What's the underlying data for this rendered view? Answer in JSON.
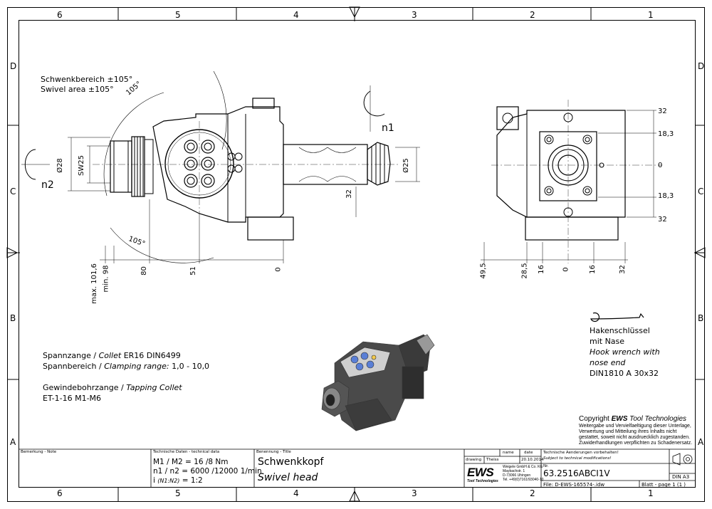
{
  "zones": {
    "cols": [
      "6",
      "5",
      "4",
      "3",
      "2",
      "1"
    ],
    "rows": [
      "D",
      "C",
      "B",
      "A"
    ]
  },
  "notes": {
    "swivel_de": "Schwenkbereich ±105°",
    "swivel_en": "Swivel area ±105°",
    "angle_top": "105°",
    "angle_bottom": "105°",
    "n1": "n1",
    "n2": "n2"
  },
  "dims": {
    "d28": "Ø28",
    "sw25": "SW25",
    "d25": "Ø25",
    "v32_left": "32",
    "max": "max. 101,6",
    "min": "min. 98",
    "h80": "80",
    "h51": "51",
    "h0_left": "0",
    "right_32_top": "32",
    "right_18_top": "18,3",
    "right_0": "0",
    "right_18_bot": "18,3",
    "right_32_bot": "32",
    "b49": "49,5",
    "b28": "28,5",
    "b16a": "16",
    "b0": "0",
    "b16b": "16",
    "b32": "32"
  },
  "wrench": {
    "de1": "Hakenschlüssel",
    "de2": "mit Nase",
    "en1": "Hook wrench with",
    "en2": "nose end",
    "din": "DIN1810 A 30x32"
  },
  "collet": {
    "line1_de": "Spannzange /",
    "line1_en": "Collet",
    "line1_val": "ER16   DIN6499",
    "line2_de": "Spannbereich /",
    "line2_en": "Clamping range:",
    "line2_val": "1,0 - 10,0",
    "line3_de": "Gewindebohrzange /",
    "line3_en": "Tapping Collet",
    "line4": "ET-1-16   M1-M6"
  },
  "copyright": {
    "title_prefix": "Copyright",
    "title_brand": "EWS",
    "title_suffix": "Tool Technologies",
    "l1": "Weitergabe und Vervielfaeltigung dieser Unterlage,",
    "l2": "Verwertung und Mitteilung ihres Inhalts nicht",
    "l3": "gestattet, soweit nicht ausdruecklich zugestanden.",
    "l4": "Zuwiderhandlungen verpflichten zu Schadenersatz."
  },
  "titleblock": {
    "note_label": "Bemerkung - Note",
    "tech_label": "Technische Daten - technical data",
    "m_line": "M1 / M2 = 16  /8    Nm",
    "n_line": "n1 / n2 = 6000 /12000 1/min",
    "i_label": "i",
    "i_sub": "(N1:N2)",
    "i_val": "= 1:2",
    "title_label": "Benennung - Title",
    "title_de": "Schwenkkopf",
    "title_en": "Swivel head",
    "col_name": "name",
    "col_date": "date",
    "row_drawing": "drawing",
    "drawer": "Theiss",
    "draw_date": "20.10.2014",
    "company": "EWS",
    "company_sub": "Tool Technologies",
    "addr1": "Weigele GmbH & Co. KG",
    "addr2": "Maybachstr. 1",
    "addr3": "D-73066 Uhingen",
    "addr4": "Tel. +49(0)7161/93040-10",
    "change_de": "Technische Aenderungen vorbehalten!",
    "change_en": "Subject to technical modifications!",
    "nr_label": "Nr.",
    "number": "63.2516ABCI1V",
    "size": "DIN A3",
    "file": "File: D-EWS-165574-.idw",
    "sheet": "Blatt - page  1 (1 )"
  }
}
